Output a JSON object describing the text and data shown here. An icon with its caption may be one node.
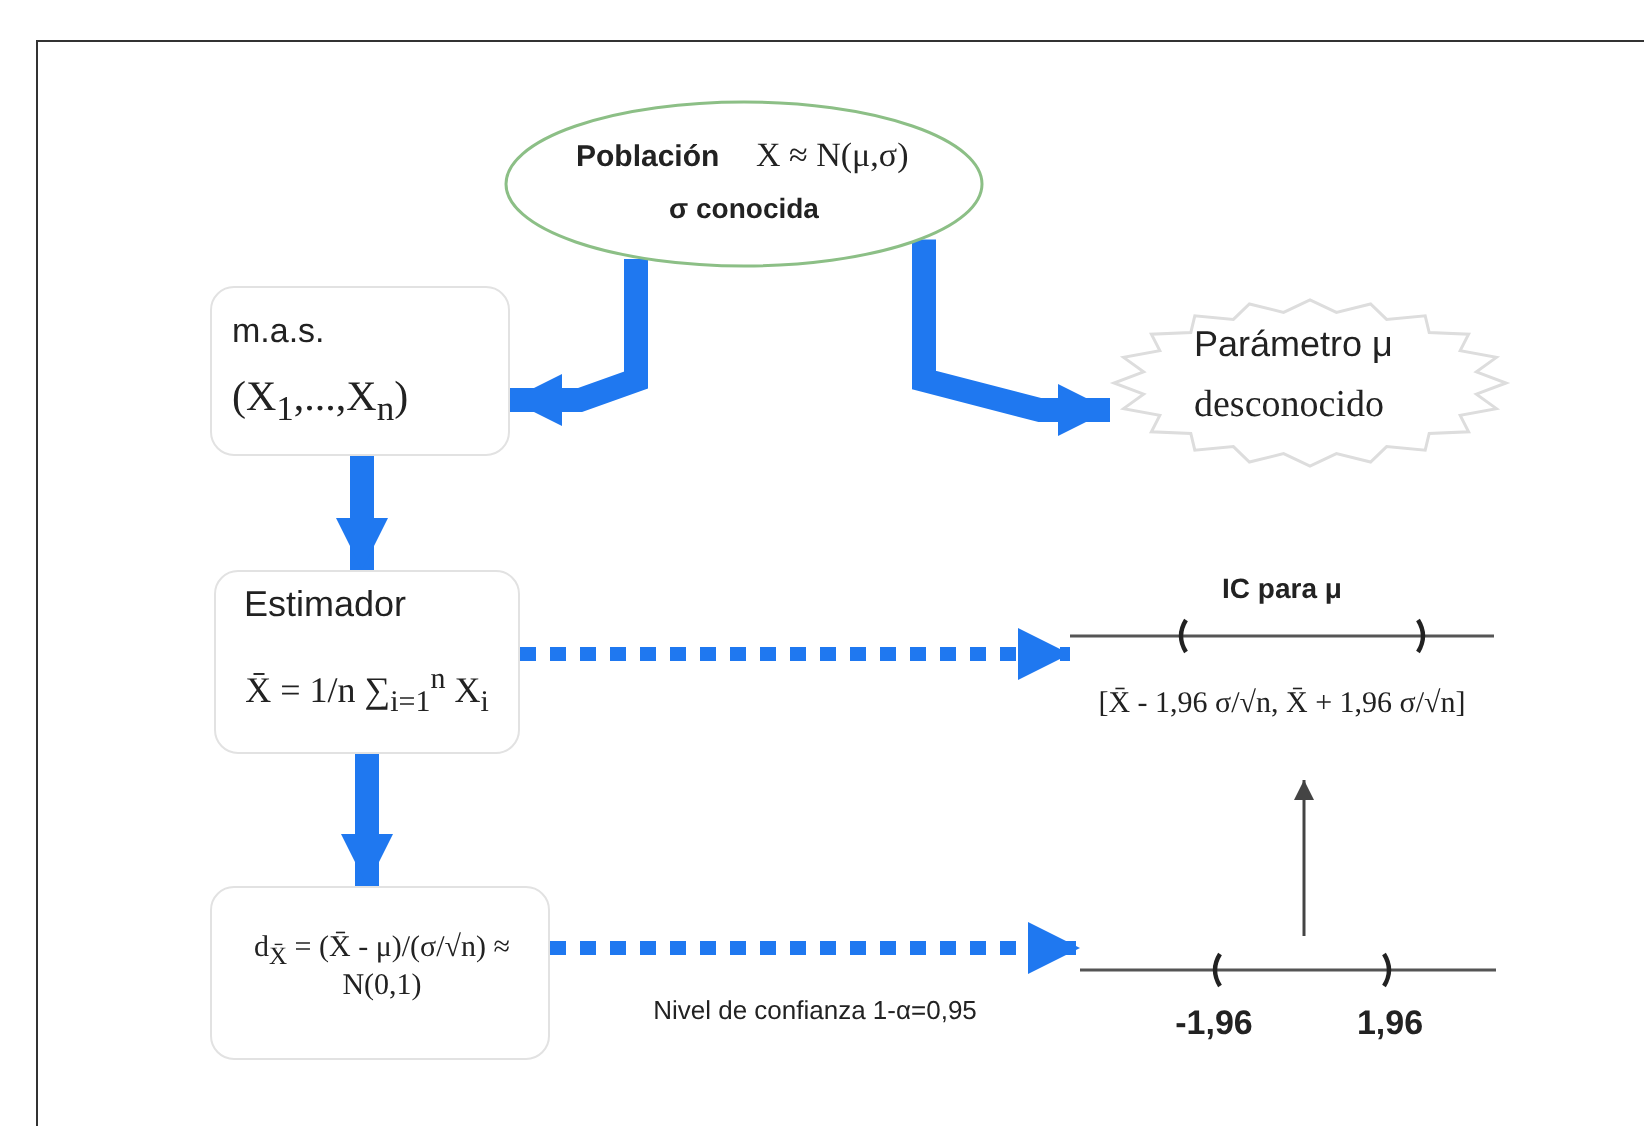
{
  "diagram": {
    "nodes": [
      {
        "text": [
          "Población",
          "X ≈ N(μ,σ)",
          "σ conocida"
        ]
      },
      {
        "text": [
          "m.a.s.",
          "(X$_{1}$,...,X$_{n}$)"
        ]
      },
      {
        "text": [
          "Parámetro μ",
          "desconocido"
        ]
      },
      {
        "text": [
          "Estimador",
          "X̄ = 1/n ∑$_{i=1}$$^{n}$ X$_{i}$"
        ]
      },
      {
        "text": [
          "IC para μ",
          "[X̄ - 1,96 σ/√n, X̄ + 1,96 σ/√n]"
        ]
      },
      {
        "text": [
          "d$_{X̄}$ = (X̄ - μ)/(σ/√n) ≈ N(0,1)"
        ]
      },
      {
        "text": [
          "-1,96",
          "1,96"
        ]
      }
    ],
    "edges": [
      {
        "from": 0,
        "to": 1,
        "arrow": "to"
      },
      {
        "from": 0,
        "to": 2,
        "arrow": "to"
      },
      {
        "from": 1,
        "to": 3,
        "arrow": "to"
      },
      {
        "from": 3,
        "to": 5,
        "arrow": "to"
      },
      {
        "from": 3,
        "to": 4,
        "arrow": "to",
        "style": "dashed"
      },
      {
        "from": 5,
        "to": 6,
        "arrow": "to",
        "style": "dashed",
        "label": "Nivel de confianza 1-α=0,95"
      },
      {
        "from": 6,
        "to": 4,
        "arrow": "to",
        "color": "#444444"
      }
    ]
  }
}
